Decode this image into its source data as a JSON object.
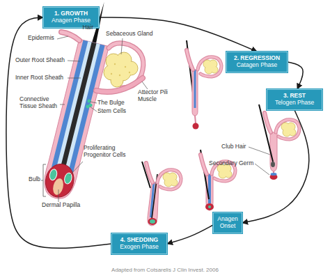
{
  "diagram": {
    "caption": "Adapted from Cotsarelis J Clin Invest. 2006",
    "nodes": [
      {
        "text": [
          "1. GROWTH",
          "Anagen Phase"
        ]
      },
      {
        "text": [
          "2. REGRESSION",
          "Catagen Phase"
        ]
      },
      {
        "text": [
          "3. REST",
          "Telogen Phase"
        ]
      },
      {
        "text": [
          "Anagen Onset"
        ]
      },
      {
        "text": [
          "4. SHEDDING",
          "Exogen Phase"
        ]
      }
    ],
    "edges": [
      {
        "from": 0,
        "to": 1,
        "arrow": "to"
      },
      {
        "from": 1,
        "to": 2,
        "arrow": "to"
      },
      {
        "from": 2,
        "to": 3,
        "arrow": "to"
      },
      {
        "from": 3,
        "to": 4,
        "arrow": "to"
      },
      {
        "from": 4,
        "to": 0,
        "arrow": "to"
      }
    ],
    "labels": [
      "Epidermis",
      "Hair",
      "Sebaceous Gland",
      "Outer Root Sheath",
      "Inner Root Sheath",
      "Attector Pili Muscle",
      "The Bulge",
      "Stem Cells",
      "Connective Tissue Sheath",
      "Proliferating Progenitor Cells",
      "Bulb",
      "Dermal Papilla",
      "Club Hair",
      "Secondary Germ"
    ]
  }
}
